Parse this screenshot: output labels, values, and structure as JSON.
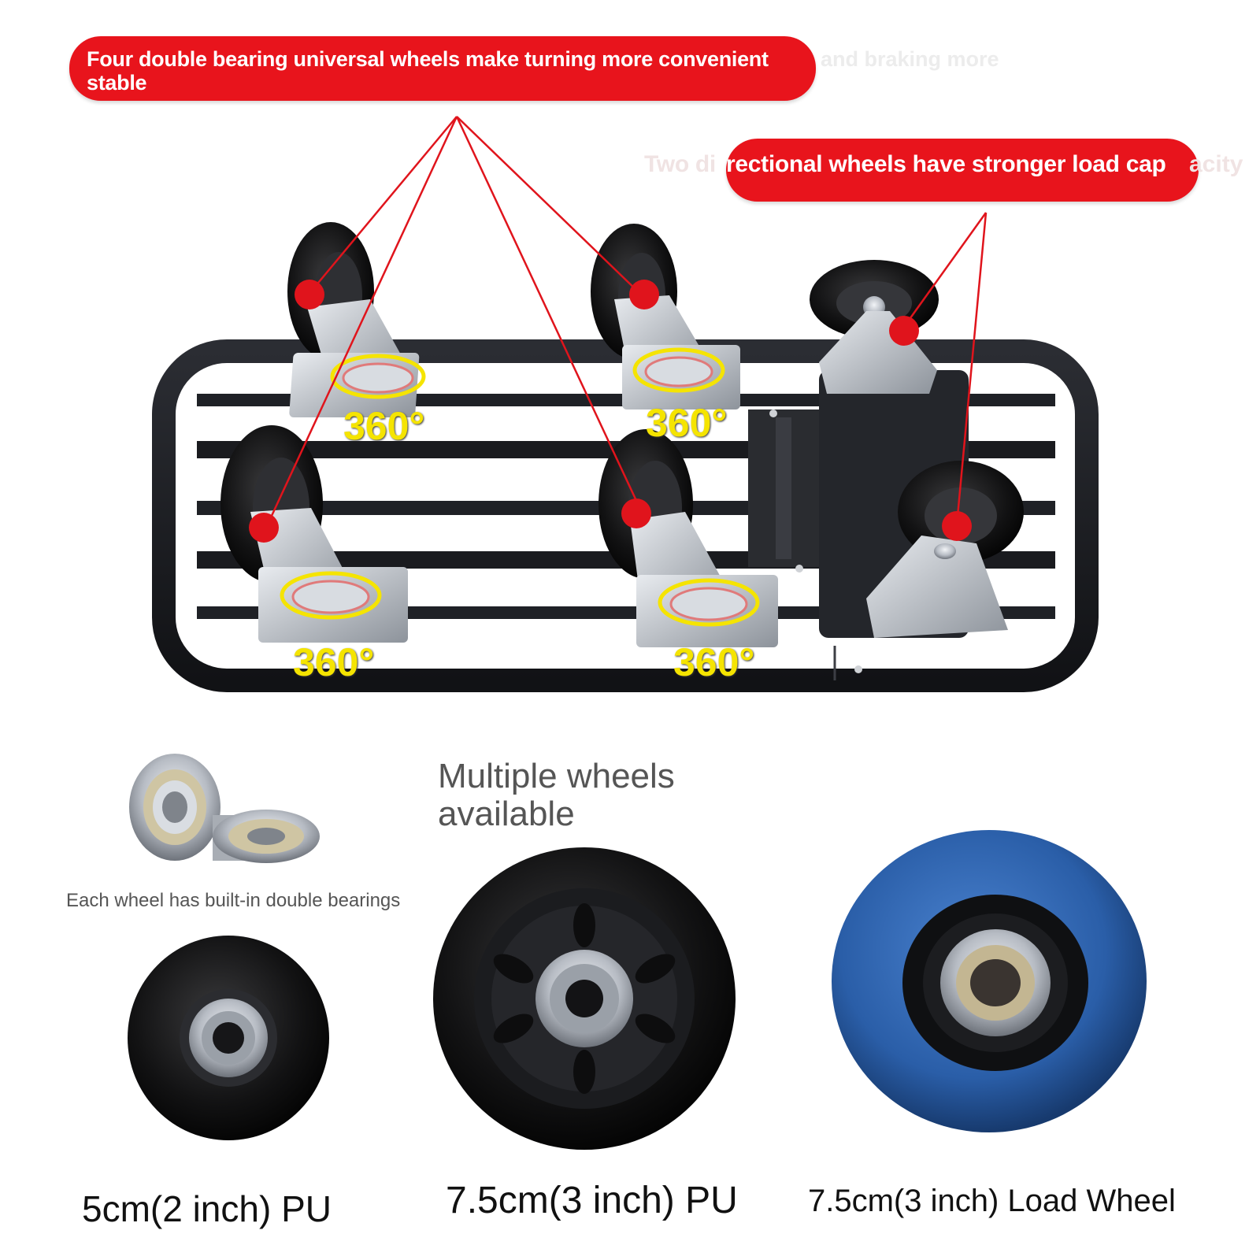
{
  "banners": {
    "universal": "Four double bearing universal wheels make turning more convenient and braking more stable",
    "universal_line1": "Four double bearing universal wheels make turning more convenient",
    "universal_line2": "stable",
    "universal_overflow": "and braking more",
    "directional": "Two directional wheels have stronger load capacity",
    "directional_visible": "rectional wheels have stronger load cap",
    "directional_ghost_left": "Two di",
    "directional_ghost_right": "acity"
  },
  "rotation_labels": [
    "360°",
    "360°",
    "360°",
    "360°"
  ],
  "bearing_note": "Each wheel has built-in double bearings",
  "multiple_wheels": "Multiple wheels available",
  "wheel_options": [
    {
      "label": "5cm(2 inch) PU",
      "color": "#141414"
    },
    {
      "label": "7.5cm(3 inch) PU",
      "color": "#141414"
    },
    {
      "label": "7.5cm(3 inch) Load Wheel",
      "color": "#2a5ea8"
    }
  ],
  "colors": {
    "banner_red": "#e8141c",
    "pointer_red": "#e0141c",
    "degree_yellow": "#f5e400",
    "frame_black": "#1c1d21",
    "blue_wheel": "#2a5ea8"
  }
}
